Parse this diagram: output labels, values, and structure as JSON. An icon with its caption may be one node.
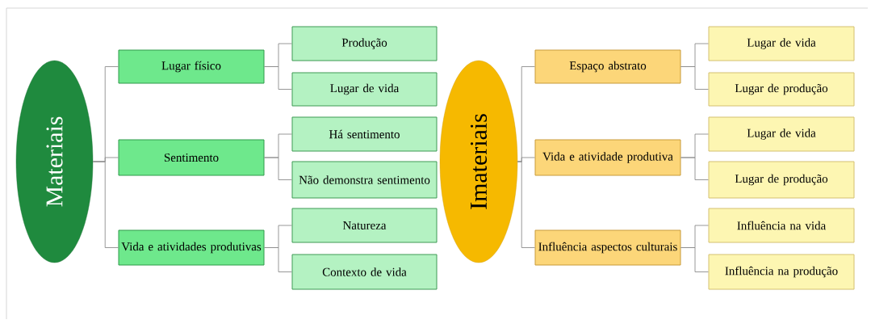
{
  "diagram": {
    "nodes": [
      {
        "text": [
          "Materiais"
        ]
      },
      {
        "text": [
          "Lugar físico"
        ]
      },
      {
        "text": [
          "Produção"
        ]
      },
      {
        "text": [
          "Lugar de vida"
        ]
      },
      {
        "text": [
          "Sentimento"
        ]
      },
      {
        "text": [
          "Há sentimento"
        ]
      },
      {
        "text": [
          "Não demonstra sentimento"
        ]
      },
      {
        "text": [
          "Vida e atividades produtivas"
        ]
      },
      {
        "text": [
          "Natureza"
        ]
      },
      {
        "text": [
          "Contexto de vida"
        ]
      },
      {
        "text": [
          "Imateriais"
        ]
      },
      {
        "text": [
          "Espaço abstrato"
        ]
      },
      {
        "text": [
          "Lugar de vida"
        ]
      },
      {
        "text": [
          "Lugar de produção"
        ]
      },
      {
        "text": [
          "Vida e atividade produtiva"
        ]
      },
      {
        "text": [
          "Lugar de vida"
        ]
      },
      {
        "text": [
          "Lugar de produção"
        ]
      },
      {
        "text": [
          "Influência aspectos culturais"
        ]
      },
      {
        "text": [
          "Influência na vida"
        ]
      },
      {
        "text": [
          "Influência na produção"
        ]
      }
    ],
    "edges": [
      {
        "from": 0,
        "to": 1,
        "arrow": "none"
      },
      {
        "from": 0,
        "to": 4,
        "arrow": "none"
      },
      {
        "from": 0,
        "to": 7,
        "arrow": "none"
      },
      {
        "from": 1,
        "to": 2,
        "arrow": "none"
      },
      {
        "from": 1,
        "to": 3,
        "arrow": "none"
      },
      {
        "from": 4,
        "to": 5,
        "arrow": "none"
      },
      {
        "from": 4,
        "to": 6,
        "arrow": "none"
      },
      {
        "from": 7,
        "to": 8,
        "arrow": "none"
      },
      {
        "from": 7,
        "to": 9,
        "arrow": "none"
      },
      {
        "from": 10,
        "to": 11,
        "arrow": "none"
      },
      {
        "from": 10,
        "to": 14,
        "arrow": "none"
      },
      {
        "from": 10,
        "to": 17,
        "arrow": "none"
      },
      {
        "from": 11,
        "to": 12,
        "arrow": "none"
      },
      {
        "from": 11,
        "to": 13,
        "arrow": "none"
      },
      {
        "from": 14,
        "to": 15,
        "arrow": "none"
      },
      {
        "from": 14,
        "to": 16,
        "arrow": "none"
      },
      {
        "from": 17,
        "to": 18,
        "arrow": "none"
      },
      {
        "from": 17,
        "to": 19,
        "arrow": "none"
      }
    ]
  }
}
